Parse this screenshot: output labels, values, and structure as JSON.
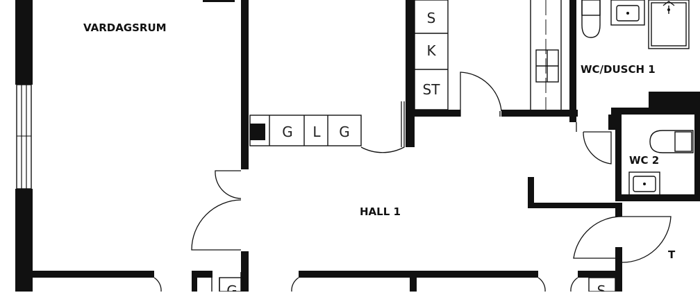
{
  "rooms": {
    "vardagsrum": "VARDAGSRUM",
    "hall": "HALL 1",
    "wc_dusch": "WC/DUSCH 1",
    "wc2": "WC 2",
    "marker": "T"
  },
  "cabinets": {
    "s": "S",
    "k": "K",
    "st": "ST",
    "g1": "G",
    "l": "L",
    "g2": "G",
    "bottom_left": "G",
    "bottom_right": "S"
  }
}
